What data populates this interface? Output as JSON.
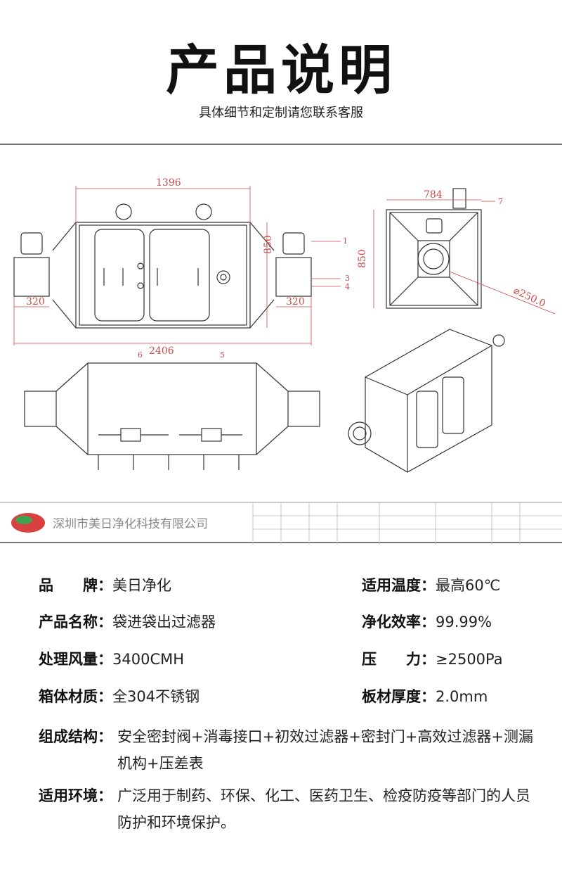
{
  "header": {
    "title": "产品说明",
    "subtitle": "具体细节和定制请您联系客服"
  },
  "drawing": {
    "dimensions": {
      "width_top": "1396",
      "height_left": "850",
      "flange_left": "320",
      "flange_right": "320",
      "total_length": "2406",
      "side_width": "784",
      "side_height": "850",
      "diameter": "⌀250.0"
    },
    "callouts": [
      "1",
      "3",
      "4",
      "5",
      "6",
      "7"
    ],
    "title_block": {
      "company": "深圳市美日净化科技有限公司"
    },
    "colors": {
      "dimension": "#d04848",
      "line": "#333333"
    }
  },
  "specs": {
    "brand": {
      "label": "品　　牌",
      "value": "美日净化"
    },
    "temperature": {
      "label": "适用温度",
      "value": "最高60℃"
    },
    "name": {
      "label": "产品名称",
      "value": "袋进袋出过滤器"
    },
    "efficiency": {
      "label": "净化效率",
      "value": "99.99%"
    },
    "airflow": {
      "label": "处理风量",
      "value": "3400CMH"
    },
    "pressure": {
      "label": "压　　力",
      "value": "≥2500Pa"
    },
    "material": {
      "label": "箱体材质",
      "value": "全304不锈钢"
    },
    "thickness": {
      "label": "板材厚度",
      "value": "2.0mm"
    },
    "structure": {
      "label": "组成结构",
      "value": "安全密封阀+消毒接口+初效过滤器+密封门+高效过滤器+测漏机构+压差表"
    },
    "environment": {
      "label": "适用环境",
      "value": "广泛用于制药、环保、化工、医药卫生、检疫防疫等部门的人员防护和环境保护。"
    }
  }
}
